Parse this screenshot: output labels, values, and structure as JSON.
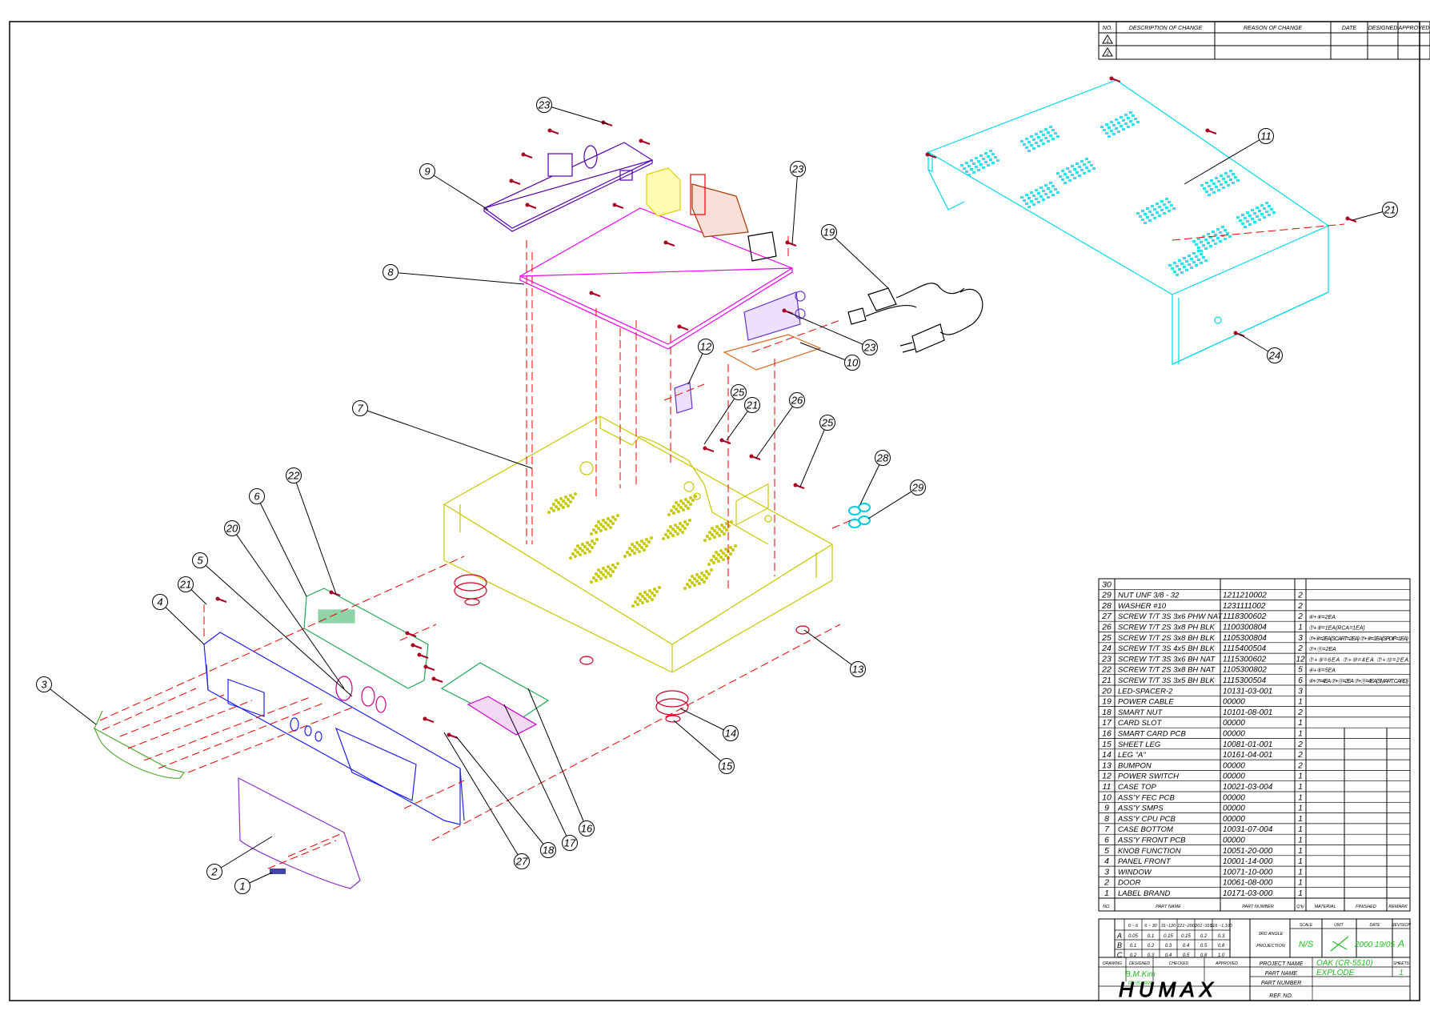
{
  "revision_block": {
    "headers": [
      "NO.",
      "DESCRIPTION OF CHANGE",
      "REASON OF CHANGE",
      "DATE",
      "DESIGNED",
      "APPROVED"
    ],
    "rows": [
      "1",
      "2"
    ]
  },
  "callouts": [
    "23",
    "9",
    "23",
    "8",
    "19",
    "11",
    "21",
    "12",
    "10",
    "23",
    "24",
    "7",
    "25",
    "21",
    "26",
    "25",
    "28",
    "29",
    "22",
    "6",
    "20",
    "5",
    "21",
    "4",
    "3",
    "13",
    "14",
    "15",
    "2",
    "1",
    "27",
    "18",
    "17",
    "16"
  ],
  "bom": {
    "rows": [
      {
        "no": "30",
        "name": "",
        "part": "",
        "qty": "",
        "remark": ""
      },
      {
        "no": "29",
        "name": "NUT UNF 3/8 - 32",
        "part": "1211210002",
        "qty": "2",
        "remark": ""
      },
      {
        "no": "28",
        "name": "WASHER #10",
        "part": "1231111002",
        "qty": "2",
        "remark": ""
      },
      {
        "no": "27",
        "name": "SCREW T/T 3S 3x6 PHW NAT",
        "part": "1118300602",
        "qty": "2",
        "remark": "④+⑥=2EA"
      },
      {
        "no": "26",
        "name": "SCREW T/T 2S 3x8 PH BLK",
        "part": "1100300804",
        "qty": "1",
        "remark": "⑦+⑧=1EA(RCA=1EA)"
      },
      {
        "no": "25",
        "name": "SCREW T/T 2S 3x8 BH BLK",
        "part": "1105300804",
        "qty": "3",
        "remark": "⑦+⑧=2EA(SCART=2EA) ⑦+⑧=1EA(SPDIF=1EA)"
      },
      {
        "no": "24",
        "name": "SCREW T/T 3S 4x5 BH BLK",
        "part": "1115400504",
        "qty": "2",
        "remark": "⑦+⑪=2EA"
      },
      {
        "no": "23",
        "name": "SCREW T/T 3S 3x6 BH NAT",
        "part": "1115300602",
        "qty": "12",
        "remark": "⑦+⑨=6EA ⑦+⑩=4EA ⑦+⑬=2EA"
      },
      {
        "no": "22",
        "name": "SCREW T/T 2S 3x8 BH NAT",
        "part": "1105300802",
        "qty": "5",
        "remark": "④+⑥=5EA"
      },
      {
        "no": "21",
        "name": "SCREW T/T 3S 3x5 BH BLK",
        "part": "1115300504",
        "qty": "6",
        "remark": "④+⑦=4EA ⑦+⑪=2EA ⑦+⑪=4EA(SMART CARD)"
      },
      {
        "no": "20",
        "name": "LED-SPACER-2",
        "part": "10131-03-001",
        "qty": "3",
        "remark": ""
      },
      {
        "no": "19",
        "name": "POWER CABLE",
        "part": "00000",
        "qty": "1",
        "remark": ""
      },
      {
        "no": "18",
        "name": "SMART NUT",
        "part": "10101-08-001",
        "qty": "2",
        "remark": ""
      },
      {
        "no": "17",
        "name": "CARD SLOT",
        "part": "00000",
        "qty": "1",
        "remark": ""
      },
      {
        "no": "16",
        "name": "SMART CARD PCB",
        "part": "00000",
        "qty": "1",
        "remark": ""
      },
      {
        "no": "15",
        "name": "SHEET LEG",
        "part": "10081-01-001",
        "qty": "2",
        "remark": ""
      },
      {
        "no": "14",
        "name": "LEG \"A\"",
        "part": "10161-04-001",
        "qty": "2",
        "remark": ""
      },
      {
        "no": "13",
        "name": "BUMPON",
        "part": "00000",
        "qty": "2",
        "remark": ""
      },
      {
        "no": "12",
        "name": "POWER SWITCH",
        "part": "00000",
        "qty": "1",
        "remark": ""
      },
      {
        "no": "11",
        "name": "CASE TOP",
        "part": "10021-03-004",
        "qty": "1",
        "remark": ""
      },
      {
        "no": "10",
        "name": "ASS'Y FEC PCB",
        "part": "00000",
        "qty": "1",
        "remark": ""
      },
      {
        "no": "9",
        "name": "ASS'Y SMPS",
        "part": "00000",
        "qty": "1",
        "remark": ""
      },
      {
        "no": "8",
        "name": "ASS'Y CPU PCB",
        "part": "00000",
        "qty": "1",
        "remark": ""
      },
      {
        "no": "7",
        "name": "CASE BOTTOM",
        "part": "10031-07-004",
        "qty": "1",
        "remark": ""
      },
      {
        "no": "6",
        "name": "ASS'Y FRONT PCB",
        "part": "00000",
        "qty": "1",
        "remark": ""
      },
      {
        "no": "5",
        "name": "KNOB FUNCTION",
        "part": "10051-20-000",
        "qty": "1",
        "remark": ""
      },
      {
        "no": "4",
        "name": "PANEL FRONT",
        "part": "10001-14-000",
        "qty": "1",
        "remark": ""
      },
      {
        "no": "3",
        "name": "WINDOW",
        "part": "10071-10-000",
        "qty": "1",
        "remark": ""
      },
      {
        "no": "2",
        "name": "DOOR",
        "part": "10061-08-000",
        "qty": "1",
        "remark": ""
      },
      {
        "no": "1",
        "name": "LABEL BRAND",
        "part": "10171-03-000",
        "qty": "1",
        "remark": ""
      }
    ],
    "header": {
      "no": "NO.",
      "name": "PART NAME",
      "part": "PART NUMBER",
      "qty": "Q'ty",
      "material": "MATERIAL",
      "finished": "FINISHED",
      "remark": "REMARK"
    }
  },
  "tolerance": {
    "ranges": [
      "0 ~ 6",
      "6 ~ 30",
      "31~120",
      "121~200",
      "201~315",
      "316 ~1,100"
    ],
    "rows": [
      {
        "cls": "A",
        "vals": [
          "0.05",
          "0.1",
          "0.15",
          "0.15",
          "0.2",
          "0.3"
        ]
      },
      {
        "cls": "B",
        "vals": [
          "0.1",
          "0.2",
          "0.3",
          "0.4",
          "0.5",
          "0.8"
        ]
      },
      {
        "cls": "C",
        "vals": [
          "0.2",
          "0.3",
          "0.4",
          "0.5",
          "0.8",
          "1.0"
        ]
      }
    ]
  },
  "title_block": {
    "angle_label": "3RD ANGLE",
    "projection_label": "PROJECTION",
    "scale_label": "SCALE",
    "unit_label": "UNIT",
    "date_label": "DATE",
    "revision_label": "REVISION",
    "scale": "N/S",
    "date": "2000 19/05",
    "revision": "A",
    "drawing_label": "DRAWING",
    "designed_label": "DESIGNED",
    "checked_label": "CHECKED",
    "approved_label": "APPROVED",
    "designer": "B.M.Kim",
    "design_date": "05.05.1999",
    "project_name_label": "PROJECT NAME",
    "project_name": "OAK (CR-5510)",
    "sheets_label": "SHEETS",
    "sheets": "1",
    "part_name_label": "PART NAME",
    "part_name": "EXPLODE",
    "part_number_label": "PART NUMBER",
    "ref_no_label": "REF. NO.",
    "company": "HUMAX"
  }
}
